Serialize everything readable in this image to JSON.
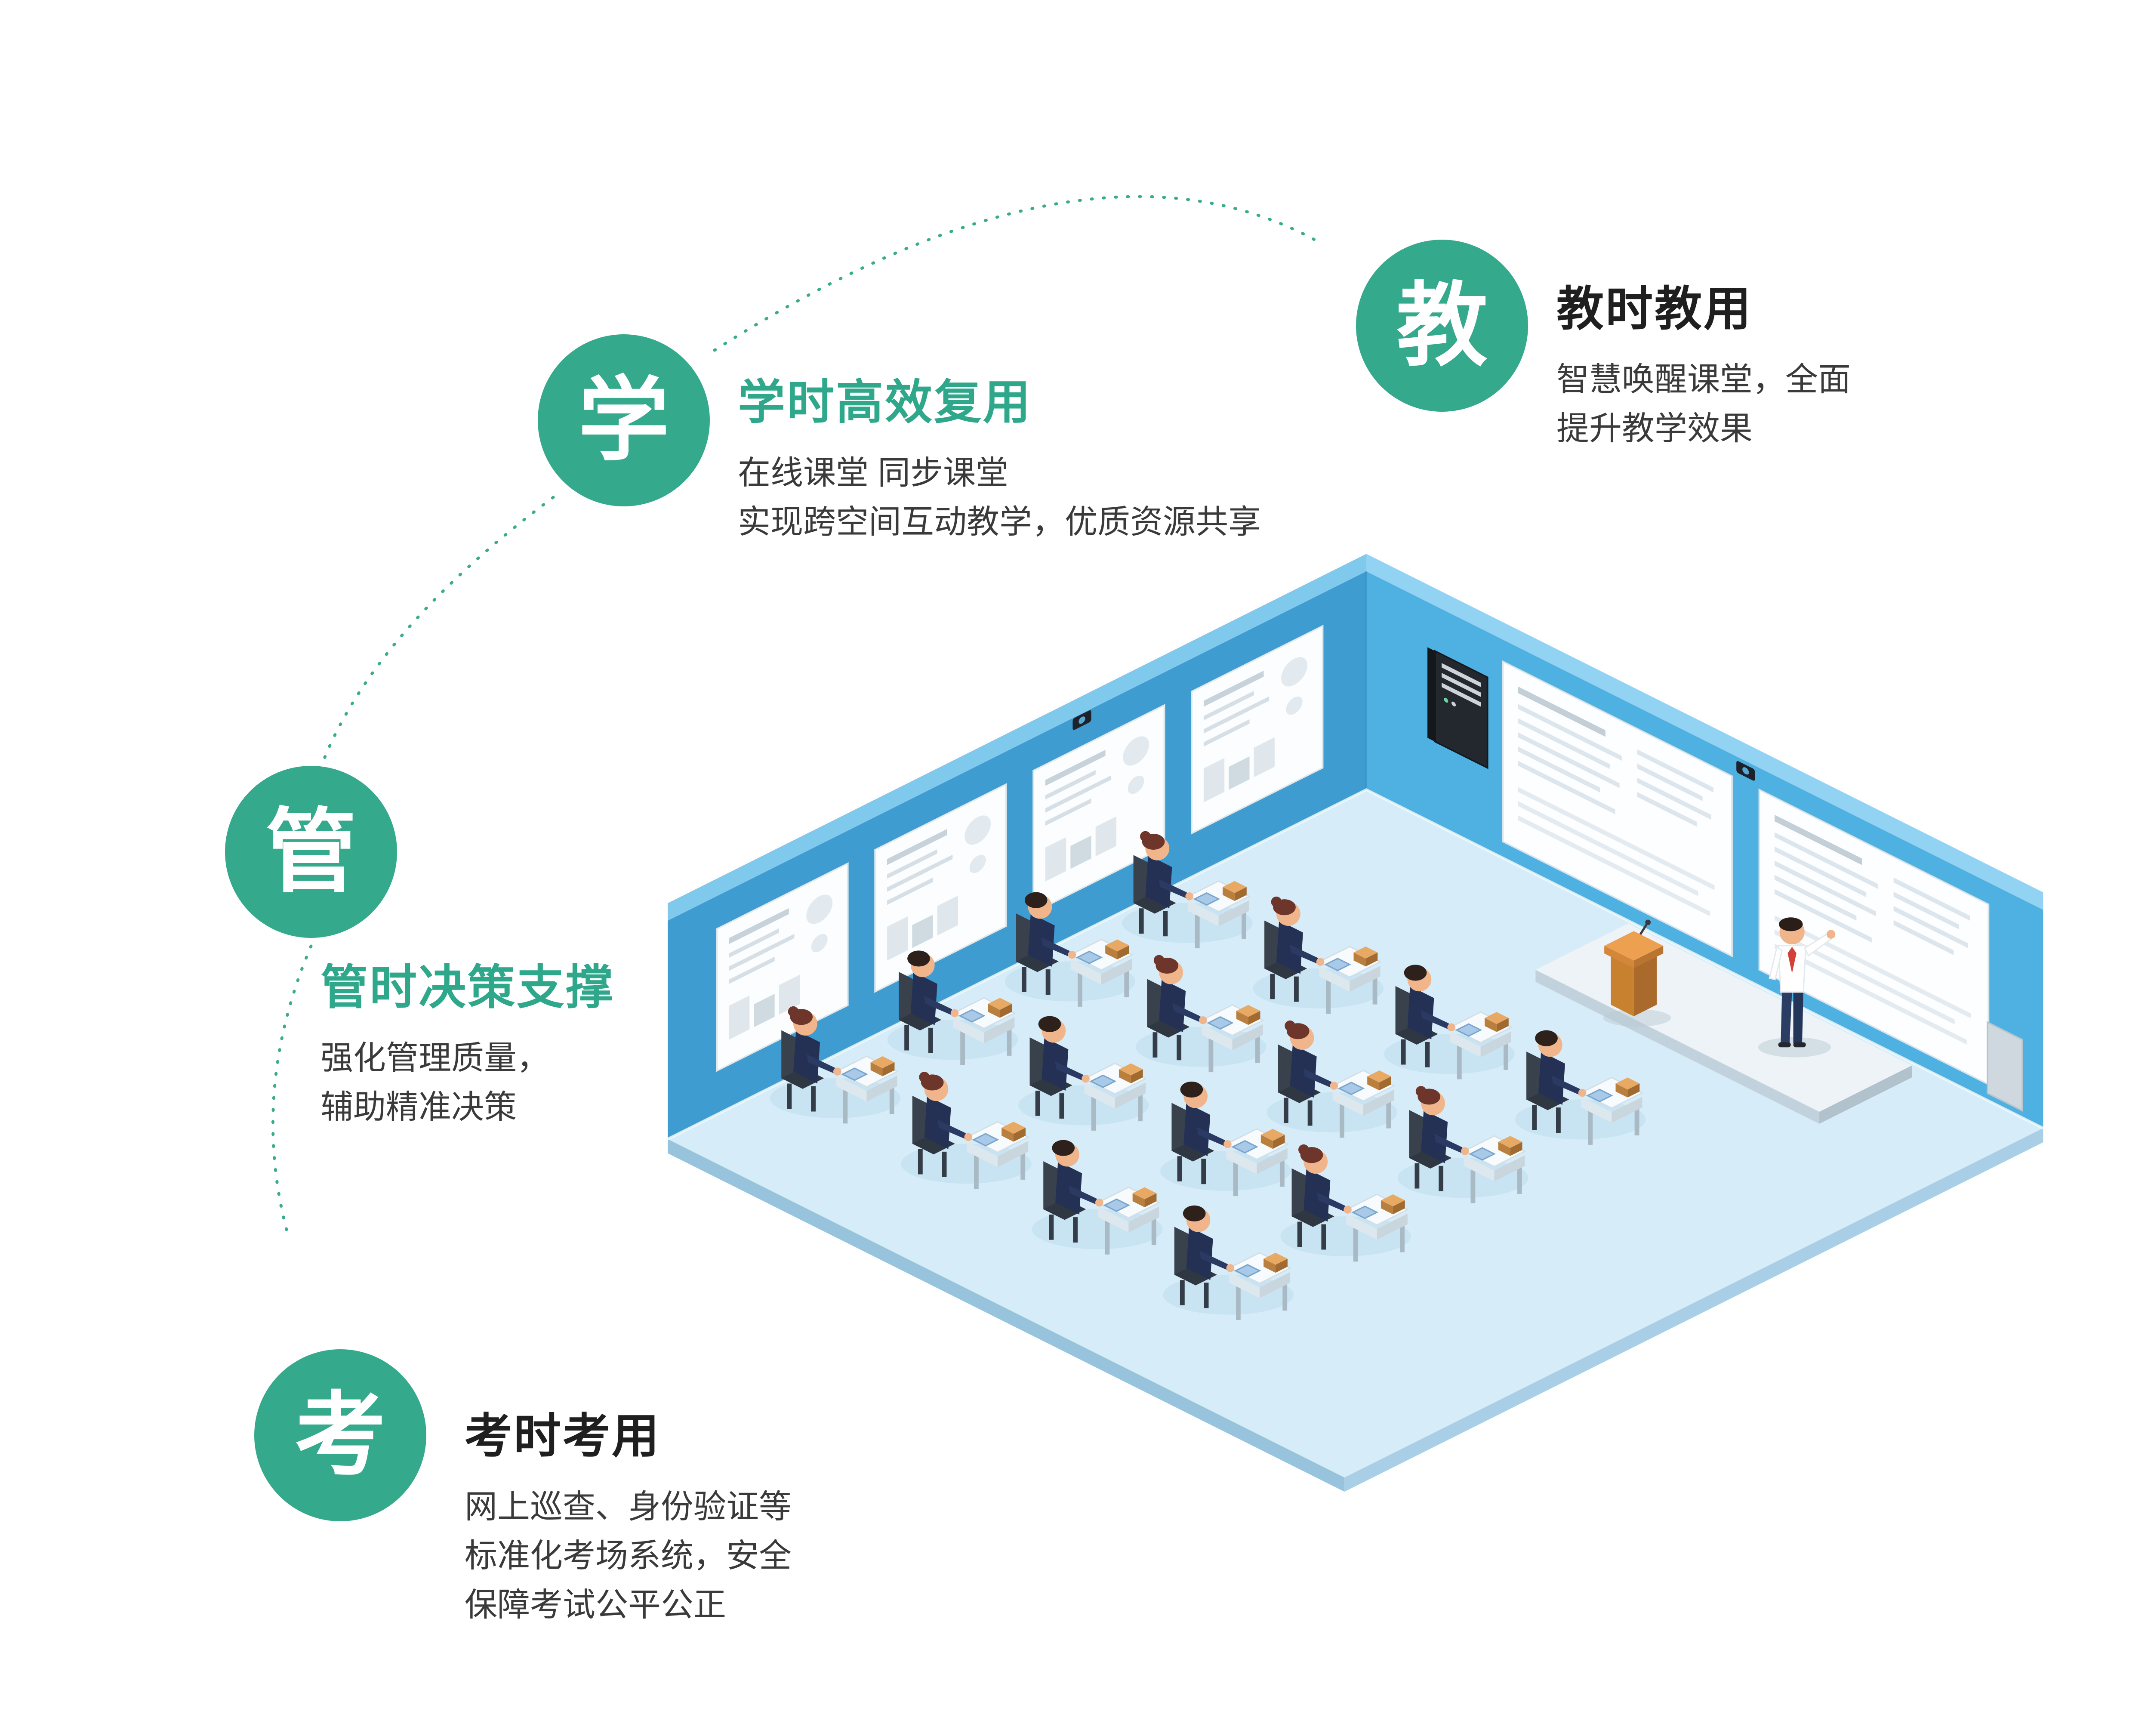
{
  "theme": {
    "accent": "#35a98c",
    "arc_color": "#3aab8d",
    "body_text": "#3a3a3a"
  },
  "sections": [
    {
      "key": "xue",
      "badge": "学",
      "title": "学时高效复用",
      "title_color": "#2ea78b",
      "lines": [
        "在线课堂 同步课堂",
        "实现跨空间互动教学，优质资源共享"
      ]
    },
    {
      "key": "jiao",
      "badge": "教",
      "title": "教时教用",
      "title_color": "#1f1f1f",
      "lines": [
        "智慧唤醒课堂，全面",
        "提升教学效果"
      ]
    },
    {
      "key": "guan",
      "badge": "管",
      "title": "管时决策支撑",
      "title_color": "#2ea78b",
      "lines": [
        "强化管理质量，",
        "辅助精准决策"
      ]
    },
    {
      "key": "kao",
      "badge": "考",
      "title": "考时考用",
      "title_color": "#1f1f1f",
      "lines": [
        "网上巡查、身份验证等",
        "标准化考场系统，安全",
        "保障考试公平公正"
      ]
    }
  ],
  "illustration": {
    "label": "智慧教室等距插画",
    "students": 16,
    "colors": {
      "wall_left": "#3e9cd0",
      "wall_right": "#4fb1e2",
      "floor": "#d6edf9",
      "podium": "#eda04f"
    }
  }
}
